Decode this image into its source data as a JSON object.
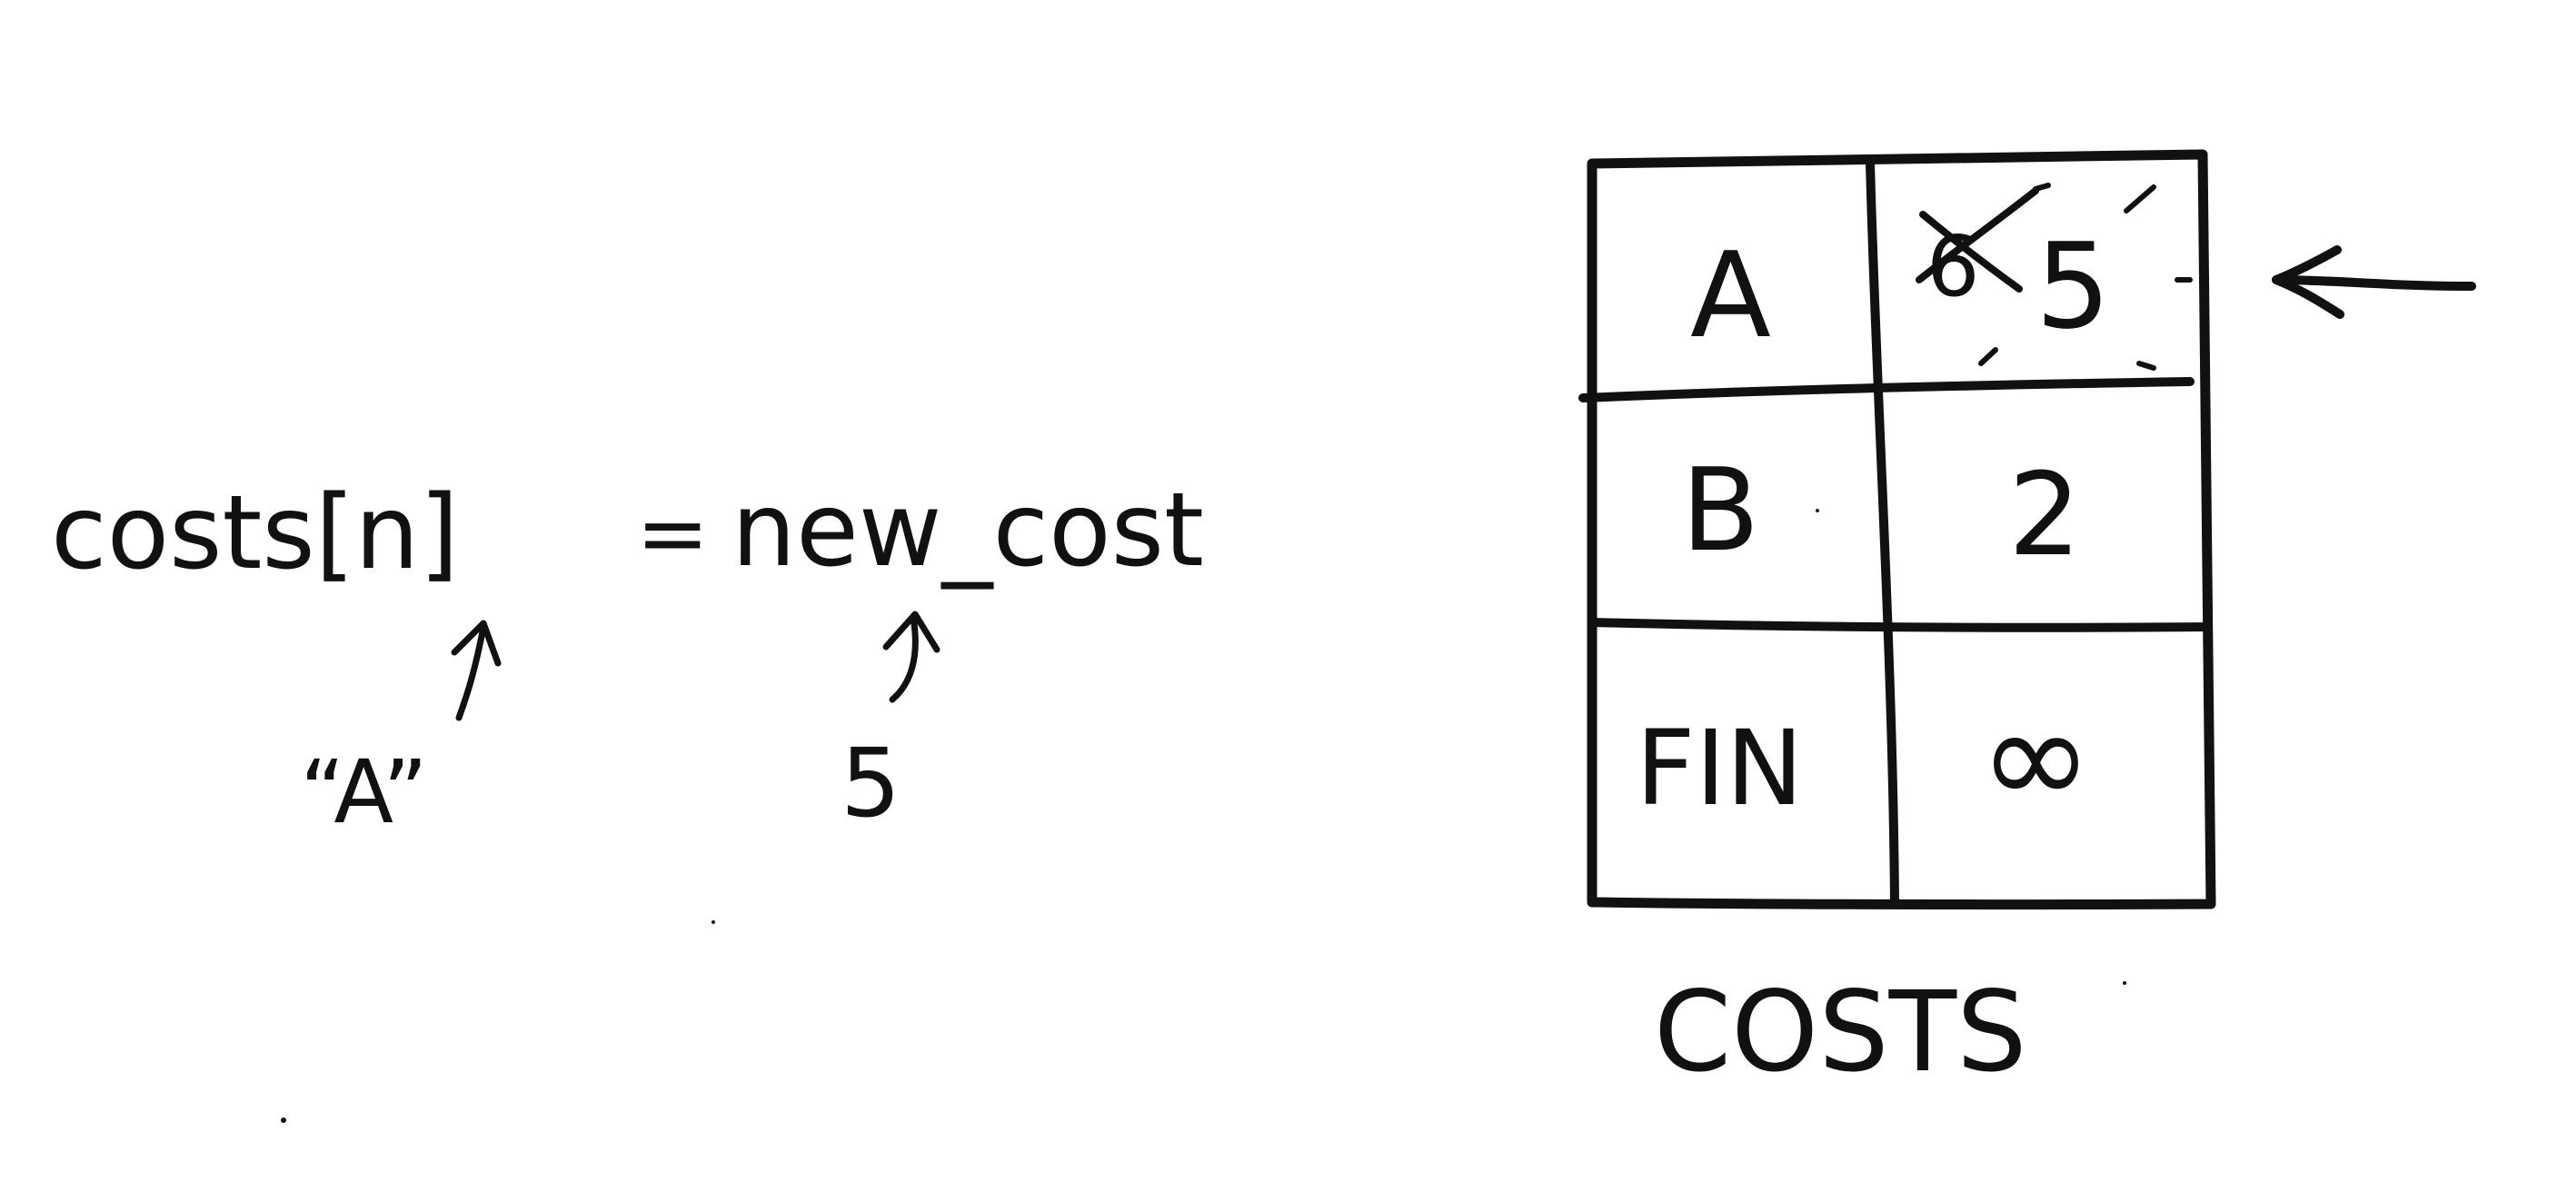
{
  "expression": {
    "left": "costs[n]",
    "operator": "=",
    "right": "new_cost",
    "key_value": "“A”",
    "cost_value": "5"
  },
  "table": {
    "rows": [
      {
        "key": "A",
        "old_value": "6",
        "value": "5"
      },
      {
        "key": "B",
        "value": "2"
      },
      {
        "key": "FIN",
        "value": "∞"
      }
    ],
    "caption": "COSTS"
  },
  "icons": {
    "key_arrow": "up-arrow-icon",
    "cost_arrow": "up-arrow-icon",
    "row_arrow": "left-arrow-icon"
  },
  "colors": {
    "ink": "#111111",
    "paper": "#ffffff"
  }
}
